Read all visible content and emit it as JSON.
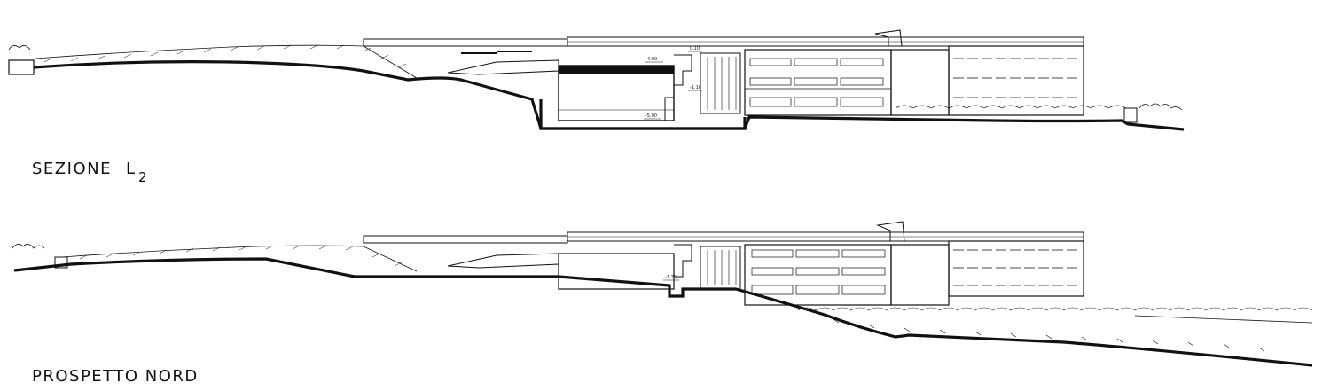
{
  "drawings": {
    "section": {
      "title": "SEZIONE",
      "title_suffix": "L",
      "title_subscript": "2",
      "elevations": [
        "4.00",
        "0.10",
        "-1.10",
        "-5.00"
      ]
    },
    "elevation": {
      "title": "PROSPETTO NORD",
      "elevations": [
        "-1.25"
      ]
    }
  },
  "colors": {
    "ink": "#111111",
    "paper": "#ffffff"
  }
}
